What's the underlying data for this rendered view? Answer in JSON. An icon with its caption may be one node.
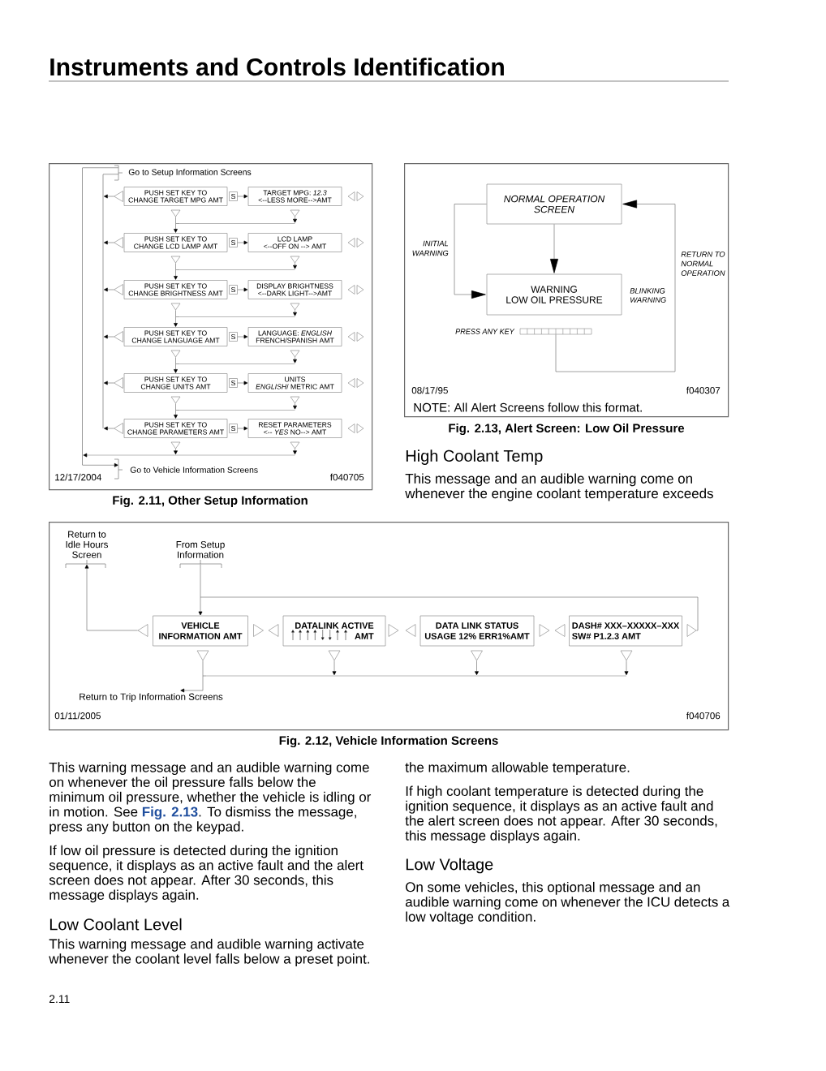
{
  "diagram": {
    "title": "Instruments and Controls Identification",
    "nodes": [
      {
        "text": [
          "12/17/2004",
          "f040705"
        ],
        "beside": [
          "Fig. 2.11, Other Setup Information"
        ]
      },
      {
        "text": [
          "Go to Setup Information Screens"
        ],
        "in": 0
      },
      {
        "text": [],
        "shape": "bar",
        "in": 0
      },
      {
        "text": [],
        "shape": "bar",
        "in": 0
      },
      {
        "text": [],
        "shape": "triangle",
        "in": 0
      },
      {
        "text": [
          "PUSH SET KEY TO",
          "CHANGE TARGET MPG AMT"
        ],
        "in": 0
      },
      {
        "text": [
          "S"
        ],
        "in": 0
      },
      {
        "text": [
          "TARGET MPG: *12.3*",
          "<--LESS MORE-->AMT"
        ],
        "in": 0
      },
      {
        "text": [],
        "shape": "triangle",
        "in": 0
      },
      {
        "text": [],
        "shape": "triangle",
        "in": 0
      },
      {
        "text": [],
        "shape": "bar",
        "in": 0
      },
      {
        "text": [],
        "shape": "triangle",
        "in": 0
      },
      {
        "text": [
          "PUSH SET KEY TO",
          "CHANGE LCD LAMP AMT"
        ],
        "in": 0
      },
      {
        "text": [
          "S"
        ],
        "in": 0
      },
      {
        "text": [
          "LCD LAMP",
          "<--OFF ON --> AMT"
        ],
        "in": 0
      },
      {
        "text": [],
        "shape": "triangle",
        "in": 0
      },
      {
        "text": [],
        "shape": "triangle",
        "in": 0
      },
      {
        "text": [],
        "shape": "bar",
        "in": 0
      },
      {
        "text": [],
        "shape": "triangle",
        "in": 0
      },
      {
        "text": [
          "PUSH SET KEY TO",
          "CHANGE BRIGHTNESS AMT"
        ],
        "in": 0
      },
      {
        "text": [
          "S"
        ],
        "in": 0
      },
      {
        "text": [
          "DISPLAY BRIGHTNESS",
          "<--DARK LIGHT-->AMT"
        ],
        "in": 0
      },
      {
        "text": [],
        "shape": "triangle",
        "in": 0
      },
      {
        "text": [],
        "shape": "triangle",
        "in": 0
      },
      {
        "text": [],
        "shape": "bar",
        "in": 0
      },
      {
        "text": [],
        "shape": "triangle",
        "in": 0
      },
      {
        "text": [
          "PUSH SET KEY TO",
          "CHANGE LANGUAGE AMT"
        ],
        "in": 0
      },
      {
        "text": [
          "S"
        ],
        "in": 0
      },
      {
        "text": [
          "LANGUAGE: *ENGLISH*",
          "FRENCH/SPANISH AMT"
        ],
        "in": 0
      },
      {
        "text": [],
        "shape": "triangle",
        "in": 0
      },
      {
        "text": [],
        "shape": "triangle",
        "in": 0
      },
      {
        "text": [],
        "shape": "bar",
        "in": 0
      },
      {
        "text": [],
        "shape": "triangle",
        "in": 0
      },
      {
        "text": [
          "PUSH SET KEY TO",
          "CHANGE UNITS AMT"
        ],
        "in": 0
      },
      {
        "text": [
          "S"
        ],
        "in": 0
      },
      {
        "text": [
          "UNITS",
          "*ENGLISH*/ METRIC AMT"
        ],
        "in": 0
      },
      {
        "text": [],
        "shape": "triangle",
        "in": 0
      },
      {
        "text": [],
        "shape": "triangle",
        "in": 0
      },
      {
        "text": [],
        "shape": "bar",
        "in": 0
      },
      {
        "text": [],
        "shape": "triangle",
        "in": 0
      },
      {
        "text": [
          "PUSH SET KEY TO",
          "CHANGE PARAMETERS AMT"
        ],
        "in": 0
      },
      {
        "text": [
          "S"
        ],
        "in": 0
      },
      {
        "text": [
          "RESET PARAMETERS",
          "<-- *YES* NO--> AMT"
        ],
        "in": 0
      },
      {
        "text": [],
        "shape": "triangle",
        "in": 0
      },
      {
        "text": [],
        "shape": "triangle",
        "in": 0
      },
      {
        "text": [],
        "shape": "bar",
        "in": 0
      },
      {
        "text": [
          "Go to Vehicle Information Screens"
        ],
        "in": 0
      },
      {
        "text": [
          "08/17/95",
          "f040307",
          "NOTE: All Alert Screens follow this format."
        ],
        "beside": [
          "Fig. 2.13, Alert Screen: Low Oil Pressure"
        ]
      },
      {
        "text": [
          "NORMAL OPERATION SCREEN"
        ],
        "in": 47
      },
      {
        "text": [
          "WARNING",
          "LOW OIL PRESSURE"
        ],
        "beside": [
          "BLINKING WARNING"
        ],
        "in": 47
      },
      {
        "text": [],
        "shape": "bar",
        "beside": [
          "PRESS ANY KEY"
        ],
        "in": 47
      },
      {
        "text": [
          "01/11/2005",
          "f040706"
        ],
        "beside": [
          "Fig. 2.12, Vehicle Information Screens"
        ]
      },
      {
        "text": [
          "Return to Idle Hours Screen"
        ],
        "in": 51
      },
      {
        "text": [
          "From Setup Information"
        ],
        "in": 51
      },
      {
        "text": [],
        "shape": "triangle",
        "in": 51
      },
      {
        "text": [
          "VEHICLE",
          "INFORMATION AMT"
        ],
        "in": 51
      },
      {
        "text": [
          "DATALINK ACTIVE",
          "AMT"
        ],
        "in": 51
      },
      {
        "text": [
          "DATA LINK STATUS",
          "USAGE 12% ERR1%AMT"
        ],
        "in": 51
      },
      {
        "text": [
          "DASH# XXX–XXXXX–XXX",
          "SW# P1.2.3 AMT"
        ],
        "in": 51
      },
      {
        "text": [],
        "shape": "triangle",
        "in": 51
      },
      {
        "text": [],
        "shape": "triangle",
        "in": 51
      },
      {
        "text": [],
        "shape": "triangle",
        "in": 51
      },
      {
        "text": [],
        "shape": "triangle",
        "in": 51
      },
      {
        "text": [],
        "shape": "triangle",
        "in": 51
      },
      {
        "text": [],
        "shape": "bar",
        "in": 51
      },
      {
        "text": [
          "Return to Trip Information Screens"
        ],
        "in": 51
      }
    ],
    "edges": [
      {
        "from": 4,
        "to": 3,
        "arrow": "to"
      },
      {
        "from": 6,
        "to": 7,
        "arrow": "to"
      },
      {
        "from": 8,
        "to": 12,
        "arrow": "to"
      },
      {
        "from": 9,
        "to": 10,
        "arrow": "to"
      },
      {
        "from": 10,
        "to": 12,
        "arrow": "to"
      },
      {
        "from": 11,
        "to": 3,
        "arrow": "to"
      },
      {
        "from": 13,
        "to": 14,
        "arrow": "to"
      },
      {
        "from": 15,
        "to": 19,
        "arrow": "to"
      },
      {
        "from": 16,
        "to": 17,
        "arrow": "to"
      },
      {
        "from": 17,
        "to": 19,
        "arrow": "to"
      },
      {
        "from": 18,
        "to": 3,
        "arrow": "to"
      },
      {
        "from": 20,
        "to": 21,
        "arrow": "to"
      },
      {
        "from": 22,
        "to": 26,
        "arrow": "to"
      },
      {
        "from": 23,
        "to": 24,
        "arrow": "to"
      },
      {
        "from": 24,
        "to": 26,
        "arrow": "to"
      },
      {
        "from": 25,
        "to": 3,
        "arrow": "to"
      },
      {
        "from": 27,
        "to": 28,
        "arrow": "to"
      },
      {
        "from": 29,
        "to": 33,
        "arrow": "to"
      },
      {
        "from": 30,
        "to": 31,
        "arrow": "to"
      },
      {
        "from": 31,
        "to": 33,
        "arrow": "to"
      },
      {
        "from": 32,
        "to": 3,
        "arrow": "to"
      },
      {
        "from": 34,
        "to": 35,
        "arrow": "to"
      },
      {
        "from": 36,
        "to": 40,
        "arrow": "to"
      },
      {
        "from": 37,
        "to": 38,
        "arrow": "to"
      },
      {
        "from": 38,
        "to": 40,
        "arrow": "to"
      },
      {
        "from": 39,
        "to": 3,
        "arrow": "to"
      },
      {
        "from": 41,
        "to": 42,
        "arrow": "to"
      },
      {
        "from": 43,
        "to": 45,
        "arrow": "to"
      },
      {
        "from": 44,
        "to": 45,
        "arrow": "to"
      },
      {
        "from": 3,
        "to": 1,
        "arrow": "none"
      },
      {
        "from": 1,
        "to": 2,
        "arrow": "none"
      },
      {
        "from": 45,
        "to": 2,
        "arrow": "to"
      },
      {
        "from": 2,
        "to": 46,
        "arrow": "to"
      },
      {
        "from": 48,
        "to": 49,
        "arrow": "to"
      },
      {
        "from": 48,
        "to": 49,
        "arrow": "to",
        "label": "INITIAL WARNING"
      },
      {
        "from": 50,
        "to": 48,
        "arrow": "to",
        "label": "RETURN TO NORMAL OPERATION"
      },
      {
        "from": 54,
        "to": 52,
        "arrow": "to"
      },
      {
        "from": 53,
        "to": 55,
        "arrow": "to"
      },
      {
        "from": 59,
        "to": 55,
        "arrow": "to"
      },
      {
        "from": 60,
        "to": 65,
        "arrow": "to"
      },
      {
        "from": 61,
        "to": 64,
        "arrow": "to"
      },
      {
        "from": 62,
        "to": 64,
        "arrow": "to"
      },
      {
        "from": 63,
        "to": 64,
        "arrow": "to"
      },
      {
        "from": 64,
        "to": 65,
        "arrow": "to"
      }
    ],
    "labels": [
      "This warning message and an audible warning come on whenever the oil pressure falls below the minimum oil pressure, whether the vehicle is idling or in motion. See **Fig. 2.13**. To dismiss the message, press any button on the keypad.",
      "If low oil pressure is detected during the ignition sequence, it displays as an active fault and the alert screen does not appear. After 30 seconds, this message displays again.",
      "Low Coolant Level",
      "This warning message and audible warning activate whenever the coolant level falls below a preset point.",
      "High Coolant Temp",
      "This message and an audible warning come on whenever the engine coolant temperature exceeds",
      "the maximum allowable temperature.",
      "If high coolant temperature is detected during the ignition sequence, it displays as an active fault and the alert screen does not appear. After 30 seconds, this message displays again.",
      "Low Voltage",
      "On some vehicles, this optional message and an audible warning come on whenever the ICU detects a low voltage condition.",
      "2.11"
    ]
  }
}
